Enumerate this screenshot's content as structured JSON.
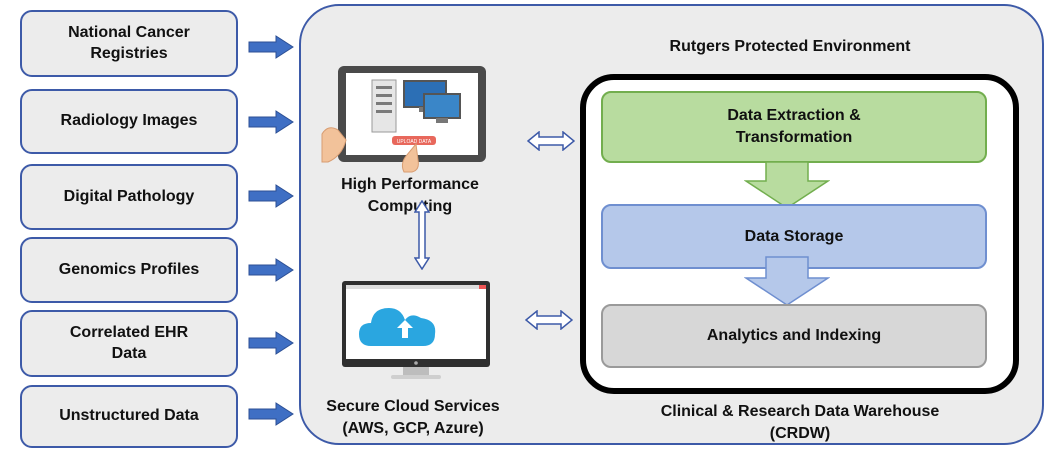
{
  "sources": [
    {
      "label": "National Cancer\nRegistries"
    },
    {
      "label": "Radiology Images"
    },
    {
      "label": "Digital Pathology"
    },
    {
      "label": "Genomics Profiles"
    },
    {
      "label": "Correlated EHR\nData"
    },
    {
      "label": "Unstructured Data"
    }
  ],
  "environment": {
    "title": "Rutgers Protected Environment"
  },
  "hpc": {
    "label": "High Performance Computing",
    "upload_text": "UPLOAD DATA"
  },
  "cloud": {
    "label": "Secure Cloud Services\n(AWS, GCP, Azure)"
  },
  "crdw": {
    "label": "Clinical & Research Data Warehouse\n(CRDW)",
    "stages": [
      {
        "label": "Data Extraction &\nTransformation",
        "fill": "#b8dc9f",
        "border": "#72ae4e"
      },
      {
        "label": "Data Storage",
        "fill": "#b5c8ea",
        "border": "#6f8fd0"
      },
      {
        "label": "Analytics and Indexing",
        "fill": "#d7d7d7",
        "border": "#9a9a9a"
      }
    ]
  },
  "colors": {
    "accent": "#3d5aa8",
    "arrow_fill": "#3f6fc4",
    "cloud": "#2aa6e0",
    "upload_button": "#e8685c"
  },
  "icons": [
    "right-arrow-icon",
    "double-arrow-icon",
    "server-icon",
    "tablet-icon",
    "hand-icon",
    "cloud-upload-icon",
    "monitor-icon"
  ]
}
